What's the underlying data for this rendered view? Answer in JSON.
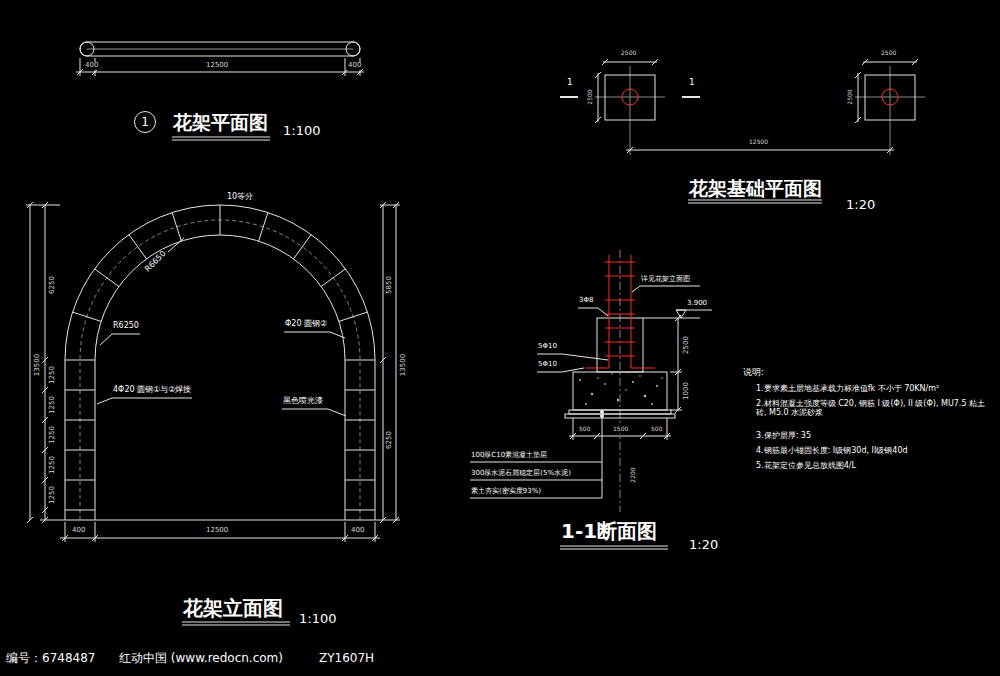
{
  "diagram": {
    "nodes": [
      {
        "text": [
          "1"
        ]
      }
    ],
    "labels": [
      "400",
      "12500",
      "400",
      "花架平面图",
      "1:100",
      "10等分",
      "R6650",
      "R6250",
      "Φ20 圆钢②",
      "4Φ20 圆钢①与②焊接",
      "黑色喷光漆",
      "6250",
      "1250",
      "1250",
      "1250",
      "1250",
      "1250",
      "13500",
      "5850",
      "6250",
      "13500",
      "400",
      "12500",
      "400",
      "花架立面图",
      "1:100",
      "2500",
      "2500",
      "2500",
      "2500",
      "1",
      "1",
      "12500",
      "花架基础平面图",
      "1:20",
      "详见花架立面图",
      "3Φ8",
      "5Φ10",
      "5Φ10",
      "3.900",
      "2500",
      "1000",
      "500",
      "1500",
      "500",
      "100厚C10素混凝土垫层",
      "300厚水泥石屑稳定层(5%水泥)",
      "素土夯实(密实度93%)",
      "2200",
      "1-1断面图",
      "1:20",
      "说明:",
      "1.要求素土层地基承载力标准值fk 不小于 70KN/m²",
      "2.材料混凝土强度等级 C20, 钢筋 I 级(Φ), II 级(Φ), MU7.5 粘土砖, M5.0 水泥砂浆",
      "3.保护层厚: 35",
      "4.钢筋最小锚固长度: I级钢30d, II级钢40d",
      "5.花架定位参见总放线图4/L",
      "编号：6748487",
      "红动中国 (www.redocn.com)",
      "ZY1607H"
    ]
  }
}
